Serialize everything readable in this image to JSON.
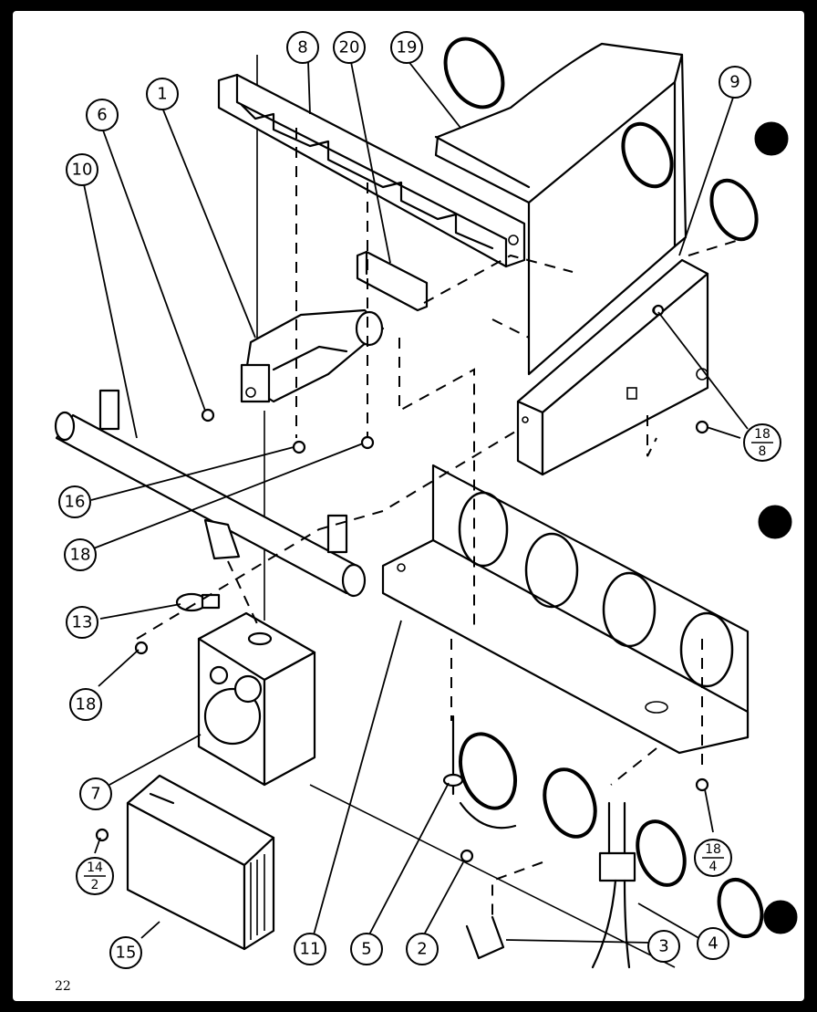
{
  "page": {
    "number": "22"
  },
  "callouts": [
    {
      "id": "c1",
      "label": "1"
    },
    {
      "id": "c2",
      "label": "2"
    },
    {
      "id": "c3",
      "label": "3"
    },
    {
      "id": "c4",
      "label": "4"
    },
    {
      "id": "c5",
      "label": "5"
    },
    {
      "id": "c6",
      "label": "6"
    },
    {
      "id": "c7",
      "label": "7"
    },
    {
      "id": "c8",
      "label": "8"
    },
    {
      "id": "c9",
      "label": "9"
    },
    {
      "id": "c10",
      "label": "10"
    },
    {
      "id": "c11",
      "label": "11"
    },
    {
      "id": "c13",
      "label": "13"
    },
    {
      "id": "c15",
      "label": "15"
    },
    {
      "id": "c16",
      "label": "16"
    },
    {
      "id": "c18a",
      "label": "18"
    },
    {
      "id": "c18b",
      "label": "18"
    },
    {
      "id": "c19",
      "label": "19"
    },
    {
      "id": "c20",
      "label": "20"
    }
  ],
  "fraction_callouts": [
    {
      "id": "f18_8",
      "top": "18",
      "bottom": "8"
    },
    {
      "id": "f18_4",
      "top": "18",
      "bottom": "4"
    },
    {
      "id": "f14_2",
      "top": "14",
      "bottom": "2"
    }
  ]
}
